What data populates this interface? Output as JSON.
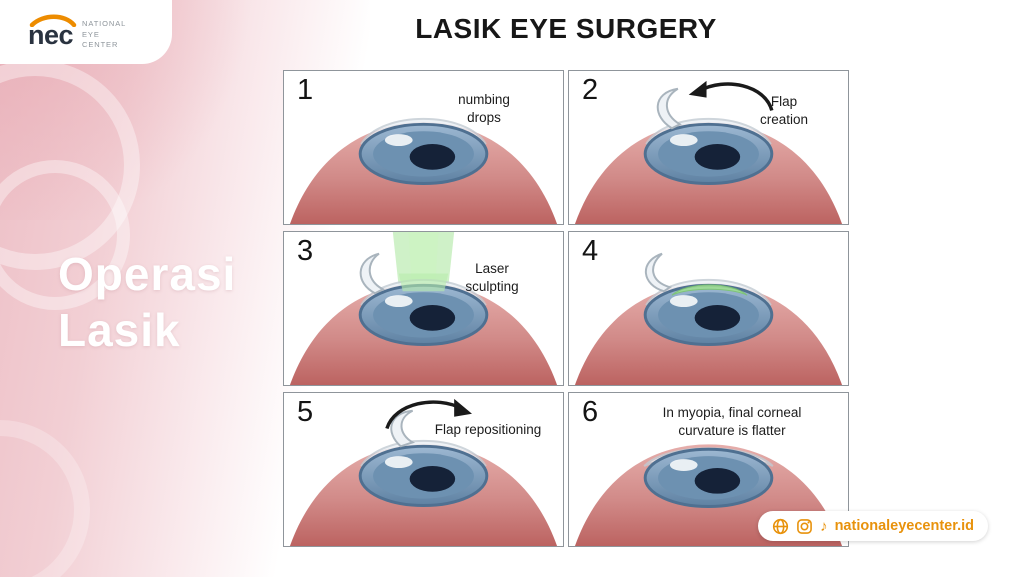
{
  "header": {
    "title": "LASIK EYE SURGERY"
  },
  "logo": {
    "brand": "nec",
    "subtitle_line1": "NATIONAL",
    "subtitle_line2": "EYE",
    "subtitle_line3": "CENTER"
  },
  "overlay": {
    "line1": "Operasi",
    "line2": "Lasik"
  },
  "steps": [
    {
      "number": "1",
      "label": "numbing drops"
    },
    {
      "number": "2",
      "label": "Flap creation"
    },
    {
      "number": "3",
      "label": "Laser sculpting"
    },
    {
      "number": "4",
      "label": ""
    },
    {
      "number": "5",
      "label": "Flap repositioning"
    },
    {
      "number": "6",
      "label": "In myopia, final corneal curvature is flatter"
    }
  ],
  "footer": {
    "website": "nationaleyecenter.id",
    "icons": [
      "globe-icon",
      "instagram-icon",
      "tiktok-icon"
    ],
    "tiktok_glyph": "♪"
  },
  "colors": {
    "accent_orange": "#e8920c",
    "pink_wash": "#edbfc6",
    "iris_blue": "#6d91b1",
    "laser_green": "#a8e69b",
    "mound_red": "#bc6361"
  }
}
